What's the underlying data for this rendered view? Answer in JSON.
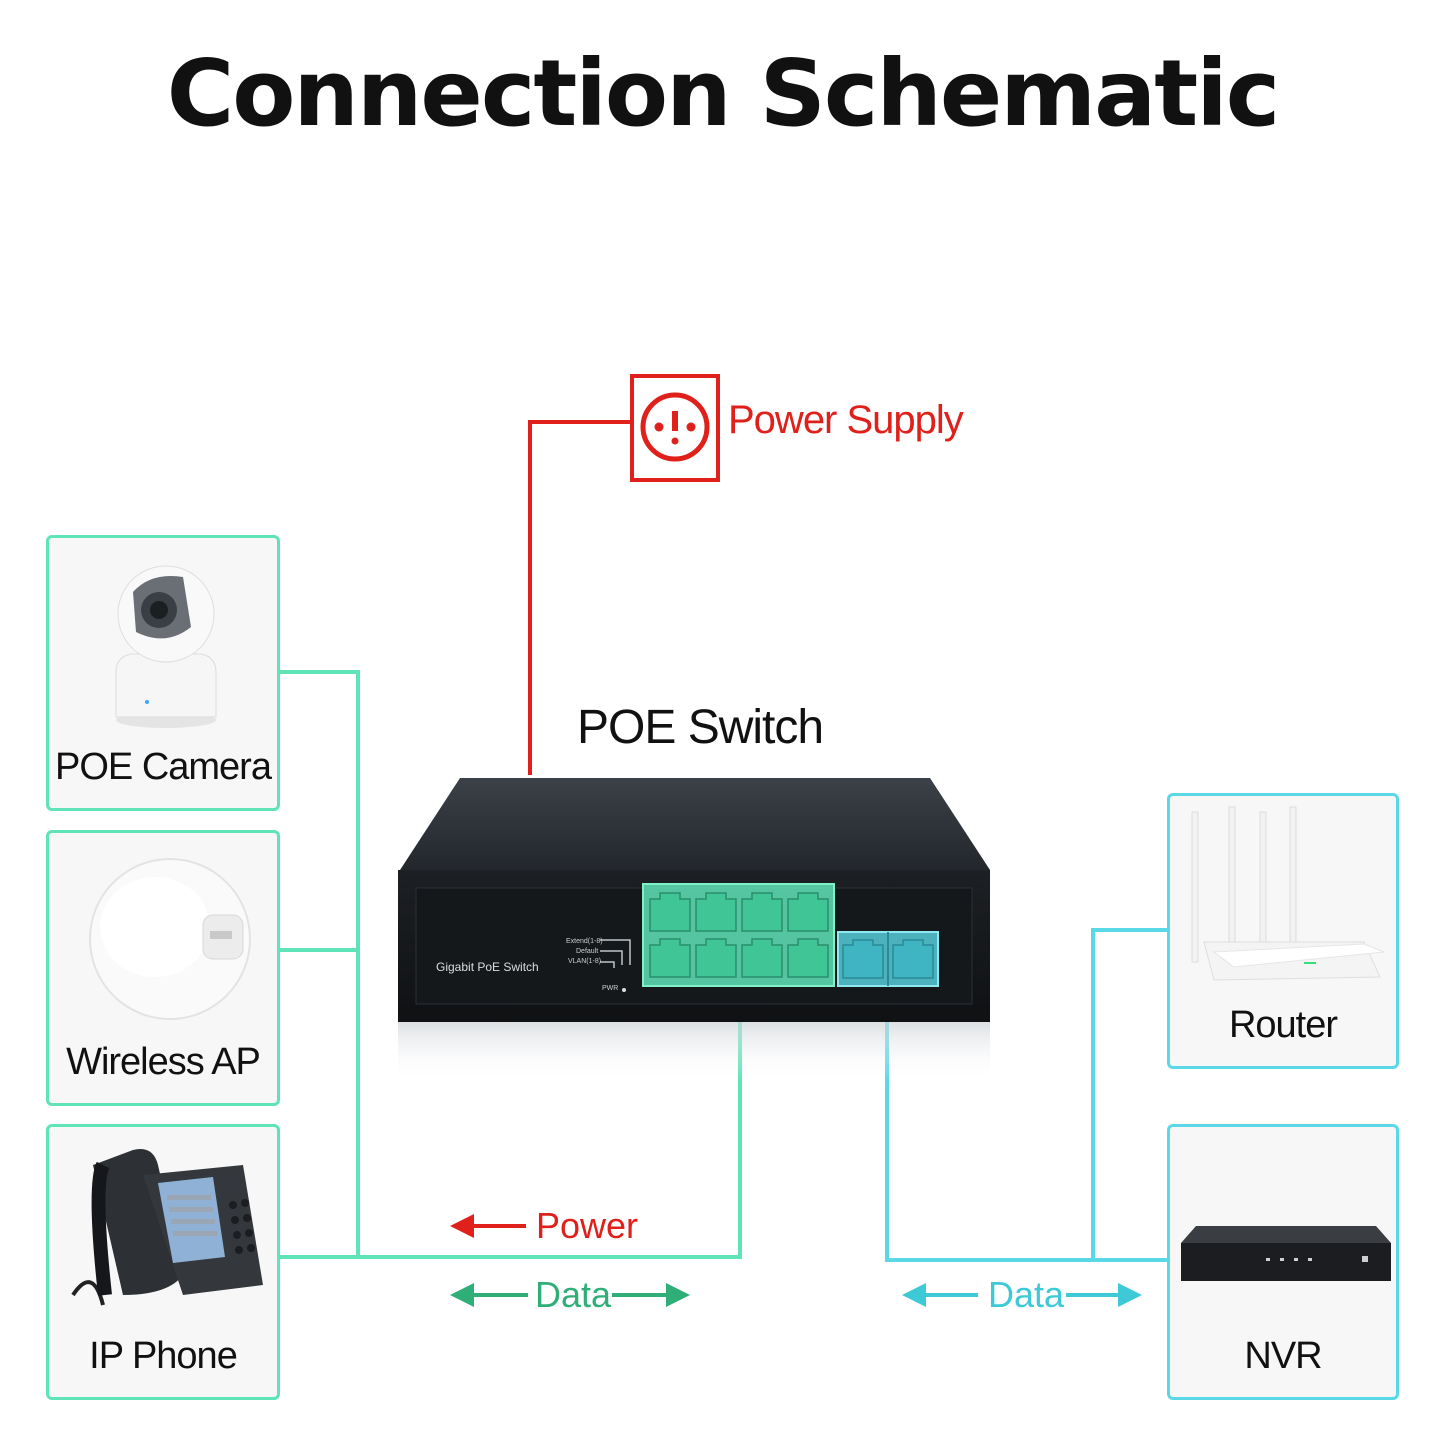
{
  "title": "Connection Schematic",
  "power_supply": {
    "label": "Power Supply",
    "icon": "power-outlet-icon",
    "color": "#e0201b"
  },
  "switch": {
    "title": "POE Switch",
    "brand_text": "Gigabit PoE Switch",
    "led_labels": [
      "Extend(1-8)",
      "Default",
      "VLAN(1-8)",
      "PWR"
    ],
    "poe_port_count": 8,
    "uplink_port_count": 2
  },
  "left_devices": [
    {
      "label": "POE Camera",
      "icon": "dome-camera-icon"
    },
    {
      "label": "Wireless AP",
      "icon": "wireless-ap-icon"
    },
    {
      "label": "IP Phone",
      "icon": "ip-phone-icon"
    }
  ],
  "right_devices": [
    {
      "label": "Router",
      "icon": "router-icon"
    },
    {
      "label": "NVR",
      "icon": "nvr-icon"
    }
  ],
  "legend": {
    "power": {
      "label": "Power",
      "color": "#e0201b"
    },
    "data_left": {
      "label": "Data",
      "color": "#2fae78"
    },
    "data_right": {
      "label": "Data",
      "color": "#3ec9d6"
    }
  },
  "colors": {
    "poe_line": "#5fe3b8",
    "uplink_line": "#5ad8e6",
    "power_line": "#e0201b"
  }
}
